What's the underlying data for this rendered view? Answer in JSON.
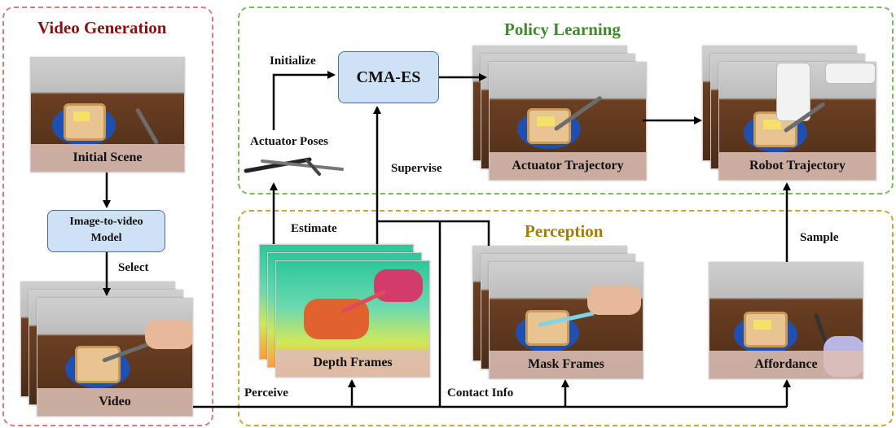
{
  "sections": {
    "video_generation": {
      "title": "Video Generation",
      "color": "#8b1111",
      "border": "#e07a7a"
    },
    "policy_learning": {
      "title": "Policy Learning",
      "color": "#3f8a2a",
      "border": "#7bbb5a"
    },
    "perception": {
      "title": "Perception",
      "color": "#a67c00",
      "border": "#c9a43a"
    }
  },
  "frames": {
    "initial_scene": "Initial Scene",
    "video": "Video",
    "actuator_trajectory": "Actuator Trajectory",
    "robot_trajectory": "Robot Trajectory",
    "depth_frames": "Depth Frames",
    "mask_frames": "Mask Frames",
    "affordance": "Affordance"
  },
  "boxes": {
    "image_to_video_model": "Image-to-video\nModel",
    "cma_es": "CMA-ES"
  },
  "labels": {
    "select": "Select",
    "initialize": "Initialize",
    "actuator_poses": "Actuator Poses",
    "supervise": "Supervise",
    "estimate": "Estimate",
    "sample": "Sample",
    "perceive": "Perceive",
    "contact_info": "Contact Info"
  }
}
